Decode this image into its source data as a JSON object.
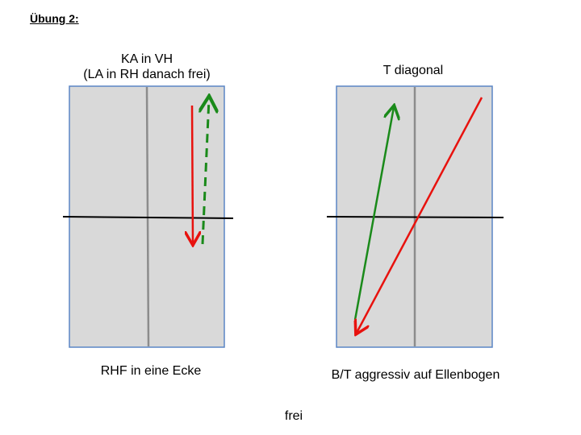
{
  "heading": "Übung 2:",
  "left_panel": {
    "title_line1": "KA in VH",
    "title_line2": "(LA in RH danach frei)",
    "caption": "RHF in eine Ecke"
  },
  "right_panel": {
    "title": "T diagonal",
    "caption": "B/T aggressiv auf Ellenbogen"
  },
  "footer": "frei",
  "colors": {
    "court_fill": "#d9d9d9",
    "court_border": "#5b86c5",
    "center_line": "#8c8c8c",
    "net": "#000000",
    "red_arrow": "#e8120e",
    "green_arrow": "#1a8a1a"
  }
}
